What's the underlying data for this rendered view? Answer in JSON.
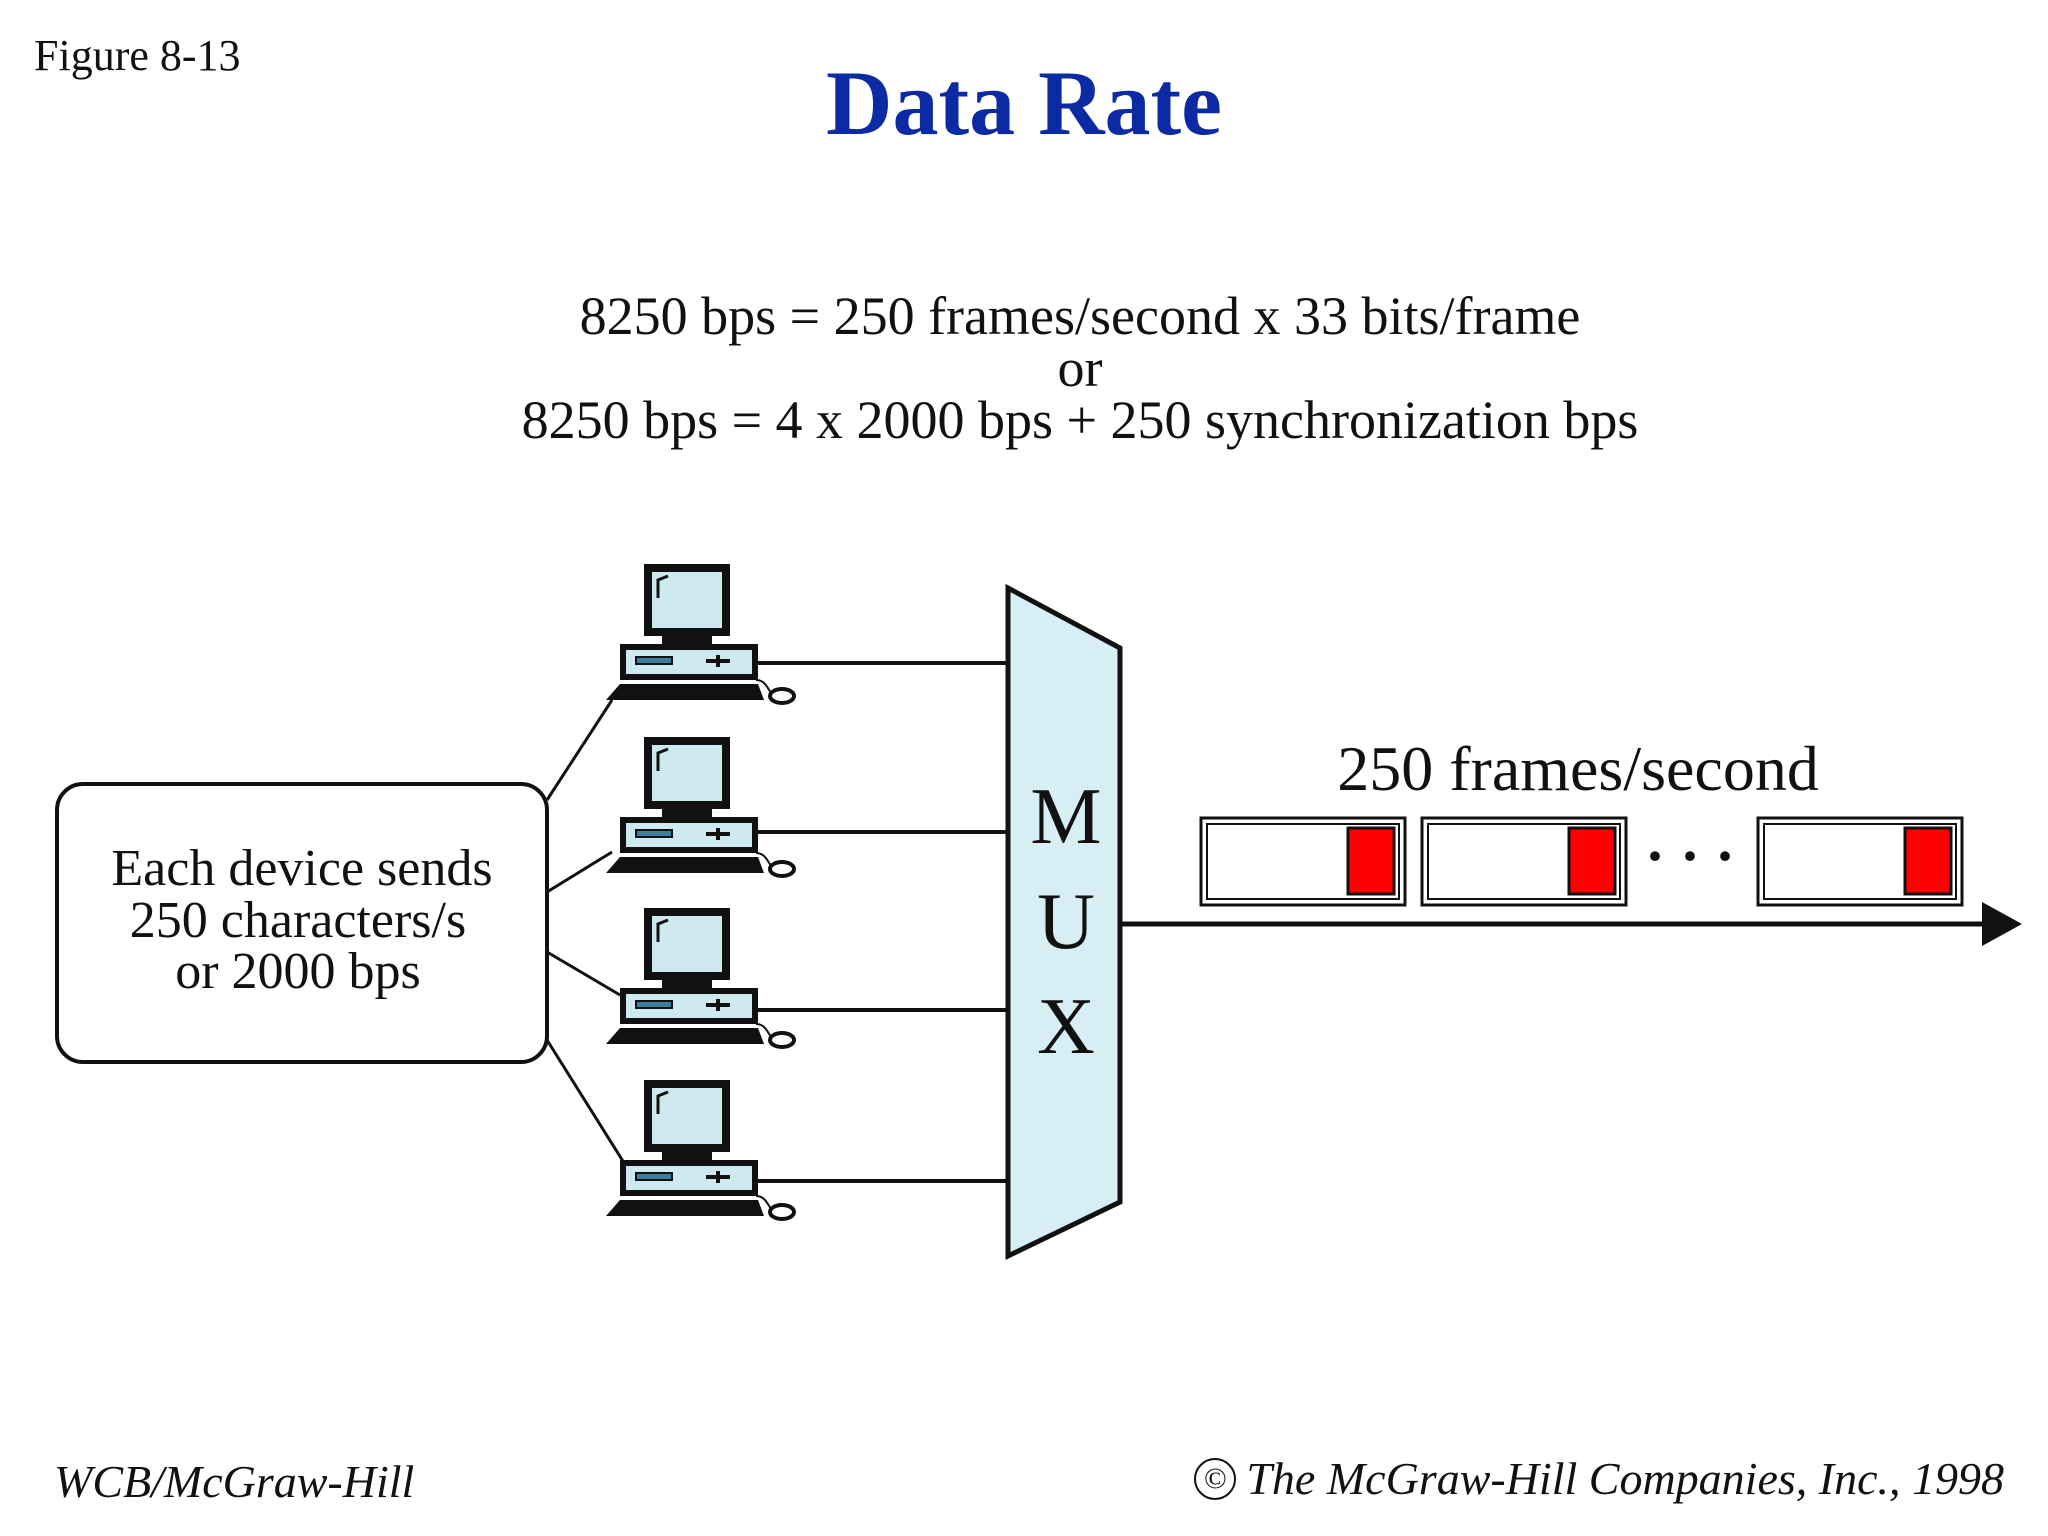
{
  "figure_label": "Figure 8-13",
  "title": "Data Rate",
  "equations": {
    "line1": "8250 bps = 250 frames/second x 33 bits/frame",
    "line2": "or",
    "line3": "8250 bps = 4 x 2000 bps + 250 synchronization bps"
  },
  "device_note": {
    "line1": "Each device sends",
    "line2": "250 characters/s",
    "line3": "or 2000 bps"
  },
  "mux": {
    "letters": [
      "M",
      "U",
      "X"
    ]
  },
  "output": {
    "label": "250 frames/second",
    "ellipsis": "· · ·"
  },
  "colors": {
    "title": "#0b2aa3",
    "mux_fill": "#d6eef4",
    "sync_bit": "#ff0000",
    "screen": "#cfe9f0"
  },
  "footer": {
    "publisher": "WCB/McGraw-Hill",
    "copyright_symbol": "©",
    "copyright": "The McGraw-Hill Companies, Inc., 1998"
  }
}
